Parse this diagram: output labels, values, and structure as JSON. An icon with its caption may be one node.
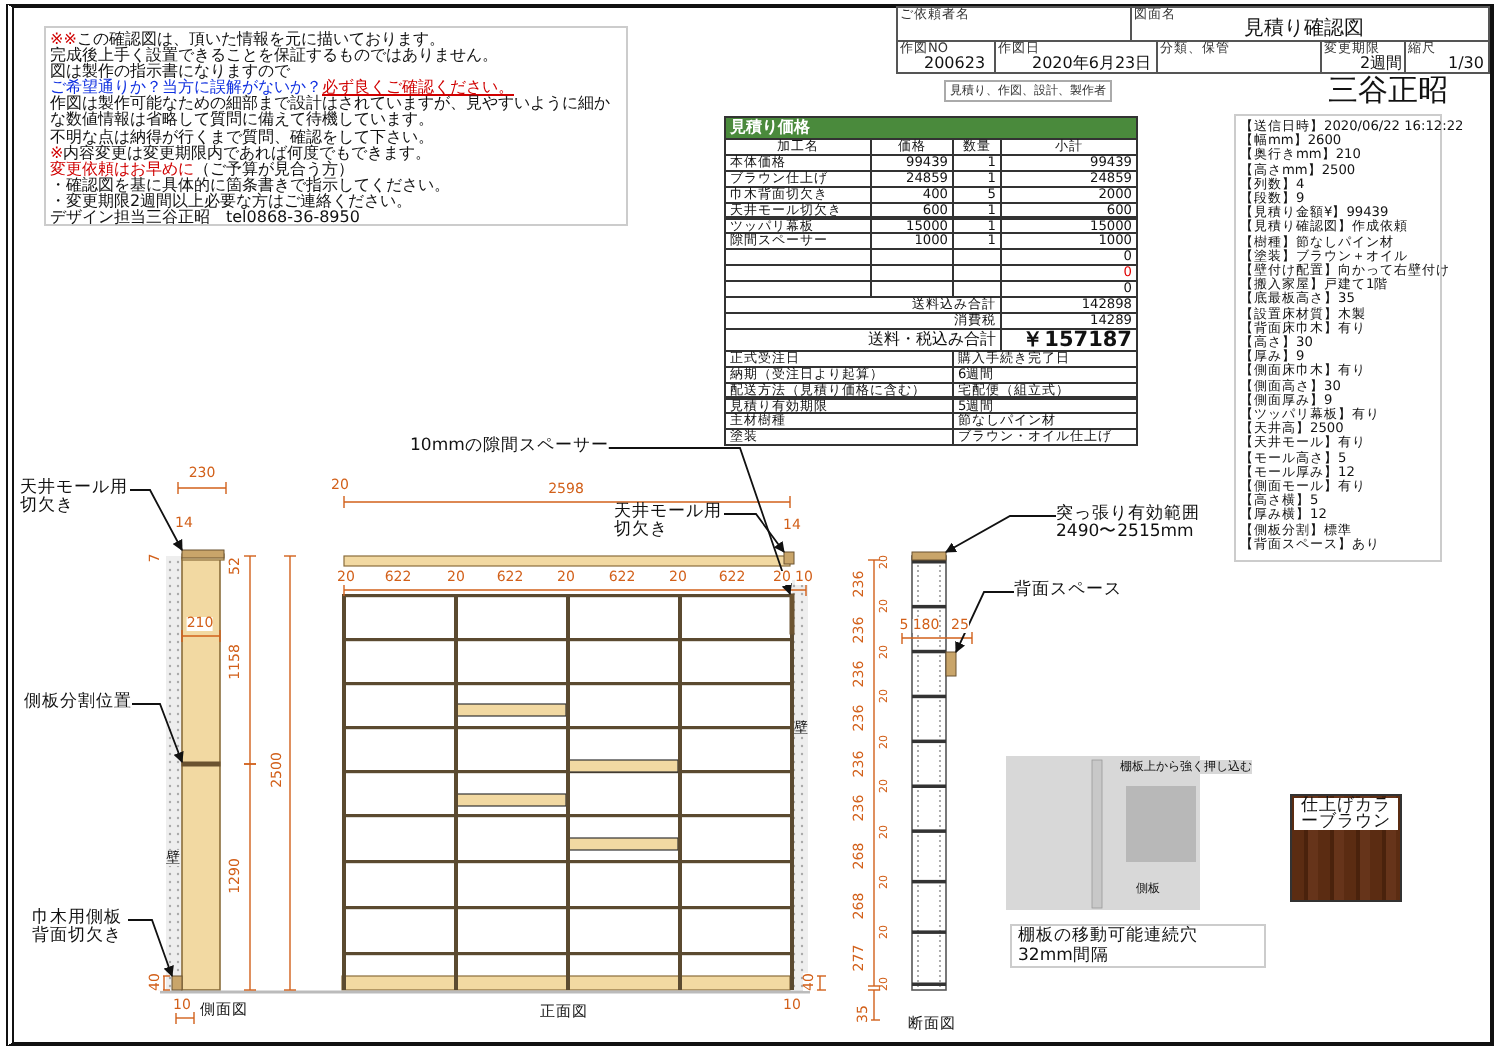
{
  "diagram": {
    "title": "見積り確認図",
    "nodes": [
      {
        "text": [
          "10mmの隙間スペーサー"
        ]
      },
      {
        "text": [
          "天井モール用切欠き"
        ]
      },
      {
        "text": [
          "天井モール用切欠き"
        ]
      },
      {
        "text": [
          "突っ張り有効範囲2490〜2515mm"
        ]
      },
      {
        "text": [
          "背面スペース"
        ]
      },
      {
        "text": [
          "側板分割位置"
        ]
      },
      {
        "text": [
          "仕上げカラーブラウン"
        ]
      },
      {
        "text": [
          "巾木用側板背面切欠き"
        ]
      },
      {
        "text": [
          "棚板の移動可能連続穴32mm間隔"
        ]
      },
      {
        "text": [],
        "shape": "box"
      },
      {
        "text": [],
        "shape": "bar"
      },
      {
        "text": [],
        "shape": "box"
      },
      {
        "text": [],
        "shape": "box"
      },
      {
        "text": [],
        "shape": "bar"
      },
      {
        "text": [],
        "shape": "box"
      },
      {
        "text": [],
        "shape": "box"
      }
    ],
    "edges": [
      {
        "from": 0,
        "to": 13,
        "arrow": "to"
      },
      {
        "from": 1,
        "to": 9,
        "arrow": "to"
      },
      {
        "from": 2,
        "to": 12,
        "arrow": "to"
      },
      {
        "from": 3,
        "to": 14,
        "arrow": "to"
      },
      {
        "from": 4,
        "to": 15,
        "arrow": "to"
      },
      {
        "from": 5,
        "to": 10,
        "arrow": "to"
      },
      {
        "from": 7,
        "to": 11,
        "arrow": "to"
      }
    ],
    "labels": [
      "※※",
      "この確認図は、頂いた情報を元に描いております。",
      "完成後上手く設置できることを保証するものではありません。",
      "図は製作の指示書になりますので",
      "ご希望通りか？当方に誤解がないか？",
      "必ず良くご確認ください。",
      "作図は製作可能なための細部まで設計はされていますが、見やすいように細かな数値情報は省略して質問に備えて待機しています。",
      "不明な点は納得が行くまで質問、確認をして下さい。",
      "※",
      "内容変更は変更期限内であれば何度でもできます。",
      "変更依頼はお早めに",
      "（ご予算が見合う方）",
      "・確認図を基に具体的に箇条書きで指示してください。",
      "・変更期限2週間以上必要な方はご連絡ください。",
      "デザイン担当三谷正昭　tel0868-36-8950",
      "ご依頼者名",
      "図面名",
      "作図NO",
      "200623",
      "作図日",
      "2020年6月23日",
      "分類、保管",
      "変更期限",
      "2週間",
      "縮尺",
      "1/30",
      "見積り、作図、設計、製作者",
      "三谷正昭",
      "見積り価格",
      "加工名",
      "価格",
      "数量",
      "小計",
      "本体価格",
      "99439",
      "1",
      "99439",
      "ブラウン仕上げ",
      "24859",
      "1",
      "24859",
      "巾木背面切欠き",
      "400",
      "5",
      "2000",
      "天井モール切欠き",
      "600",
      "1",
      "600",
      "ツッパリ幕板",
      "15000",
      "1",
      "15000",
      "隙間スペーサー",
      "1000",
      "1",
      "1000",
      "0",
      "0",
      "0",
      "送料込み合計",
      "142898",
      "消費税",
      "14289",
      "送料・税込み合計",
      "￥157187",
      "正式受注日",
      "購入手続き完了日",
      "納期（受注日より起算）",
      "6週間",
      "配送方法（見積り価格に含む）",
      "宅配便（組立式）",
      "見積り有効期限",
      "5週間",
      "主材樹種",
      "節なしパイン材",
      "塗装",
      "ブラウン・オイル仕上げ",
      "【送信日時】2020/06/22 16:12:22",
      "【幅mm】2600",
      "【奥行きmm】210",
      "【高さmm】2500",
      "【列数】4",
      "【段数】9",
      "【見積り金額¥】99439",
      "【見積り確認図】作成依頼",
      "【樹種】節なしパイン材",
      "【塗装】ブラウン＋オイル",
      "【壁付け配置】向かって右壁付け",
      "【搬入家屋】戸建て1階",
      "【底最板高さ】35",
      "【設置床材質】木製",
      "【背面床巾木】有り",
      "【高さ】30",
      "【厚み】9",
      "【側面床巾木】有り",
      "【側面高さ】30",
      "【側面厚み】9",
      "【ツッパリ幕板】有り",
      "【天井高】2500",
      "【天井モール】有り",
      "【モール高さ】5",
      "【モール厚み】12",
      "【側面モール】有り",
      "【高さ横】5",
      "【厚み横】12",
      "【側板分割】標準",
      "【背面スペース】あり",
      "230",
      "14",
      "7",
      "52",
      "210",
      "1158",
      "1290",
      "40",
      "10",
      "20",
      "2598",
      "14",
      "20",
      "622",
      "20",
      "622",
      "20",
      "622",
      "20",
      "622",
      "20",
      "10",
      "2500",
      "40",
      "10",
      "20",
      "236",
      "20",
      "236",
      "20",
      "236",
      "20",
      "236",
      "20",
      "236",
      "20",
      "236",
      "20",
      "268",
      "20",
      "268",
      "20",
      "277",
      "20",
      "35",
      "5",
      "180",
      "25",
      "壁",
      "壁",
      "側面図",
      "正面図",
      "断面図",
      "棚板上から強く押し込む",
      "側板"
    ]
  }
}
